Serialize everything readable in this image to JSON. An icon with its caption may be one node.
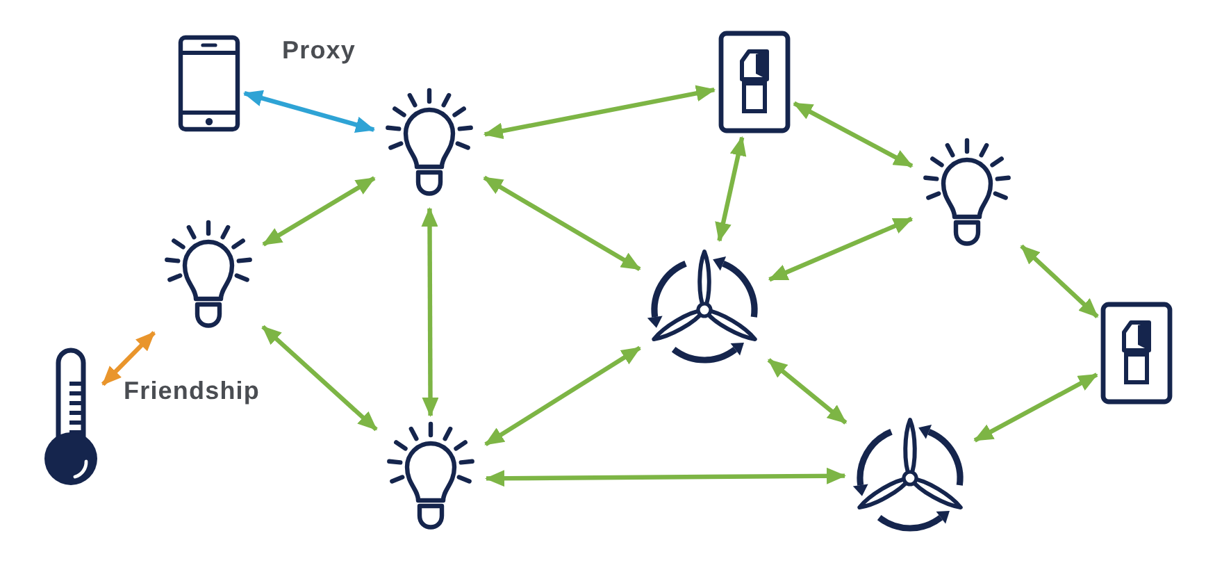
{
  "diagram": {
    "nodes": [
      {
        "text": [],
        "shape": "picture"
      },
      {
        "text": [],
        "shape": "picture"
      },
      {
        "text": [],
        "shape": "picture"
      },
      {
        "text": [],
        "shape": "picture"
      },
      {
        "text": [],
        "shape": "picture"
      },
      {
        "text": [],
        "shape": "picture"
      },
      {
        "text": [],
        "shape": "picture"
      },
      {
        "text": [],
        "shape": "picture"
      },
      {
        "text": [],
        "shape": "picture"
      },
      {
        "text": [],
        "shape": "picture"
      }
    ],
    "edges": [
      {
        "from": 0,
        "to": 1,
        "arrow": "both",
        "label": "Proxy",
        "color": "#2ea3d5"
      },
      {
        "from": 1,
        "to": 5,
        "arrow": "both"
      },
      {
        "from": 1,
        "to": 2,
        "arrow": "both"
      },
      {
        "from": 1,
        "to": 6,
        "arrow": "both"
      },
      {
        "from": 1,
        "to": 4,
        "arrow": "both"
      },
      {
        "from": 2,
        "to": 3,
        "arrow": "both",
        "label": "Friendship",
        "color": "#e9952c"
      },
      {
        "from": 2,
        "to": 4,
        "arrow": "both"
      },
      {
        "from": 4,
        "to": 6,
        "arrow": "both"
      },
      {
        "from": 4,
        "to": 9,
        "arrow": "both"
      },
      {
        "from": 5,
        "to": 6,
        "arrow": "both"
      },
      {
        "from": 5,
        "to": 7,
        "arrow": "both"
      },
      {
        "from": 6,
        "to": 7,
        "arrow": "both"
      },
      {
        "from": 6,
        "to": 9,
        "arrow": "both"
      },
      {
        "from": 7,
        "to": 8,
        "arrow": "both"
      },
      {
        "from": 9,
        "to": 8,
        "arrow": "both"
      }
    ]
  }
}
